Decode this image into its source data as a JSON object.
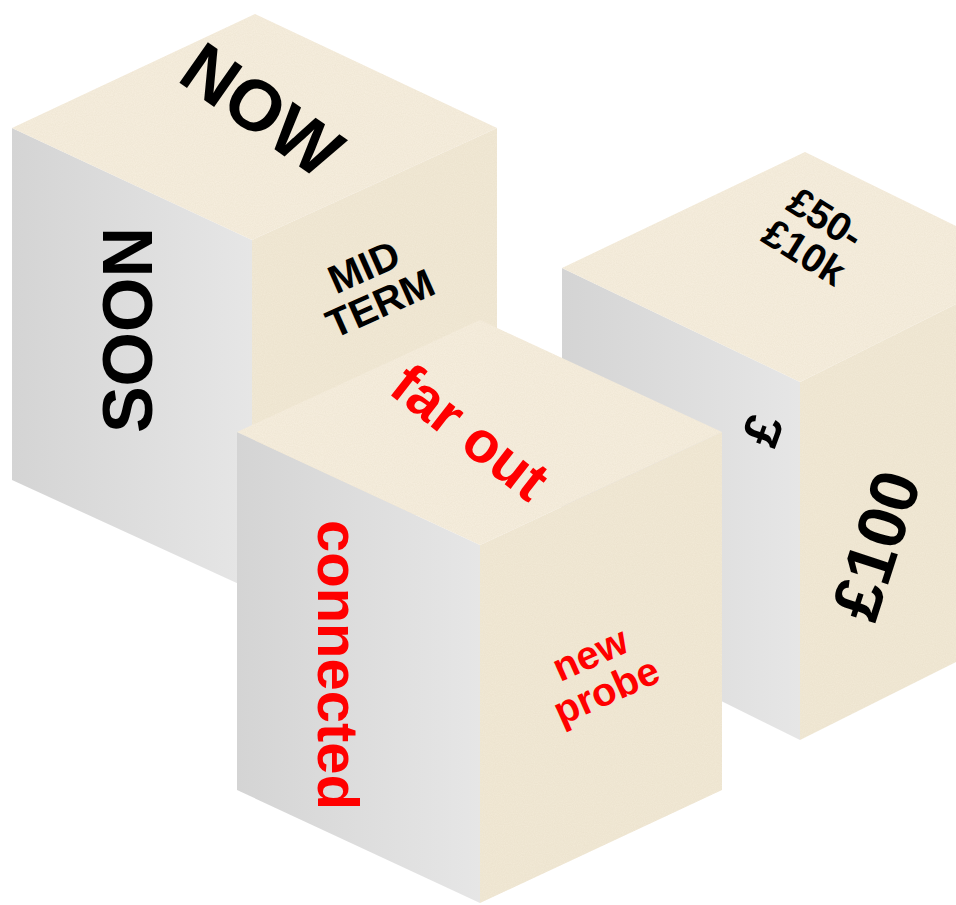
{
  "diagram": {
    "nodes": [
      {
        "text": [
          "NOW",
          "SOON",
          "MID TERM"
        ]
      },
      {
        "text": [
          "£50- £10k",
          "£",
          "£100"
        ]
      },
      {
        "text": [
          "far out",
          "connected",
          "new probe"
        ]
      }
    ]
  }
}
